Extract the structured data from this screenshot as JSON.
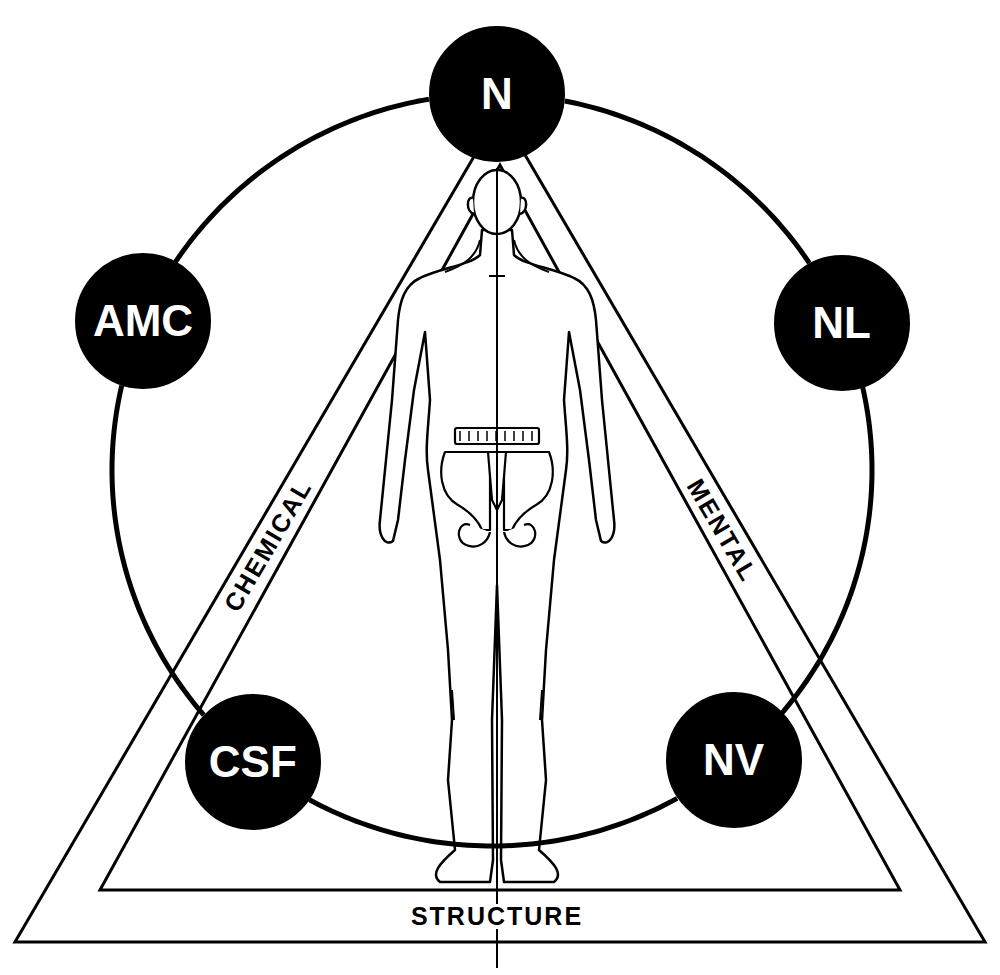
{
  "diagram": {
    "nodes": [
      {
        "text": [
          "N"
        ]
      },
      {
        "text": [
          "AMC"
        ]
      },
      {
        "text": [
          "NL"
        ]
      },
      {
        "text": [
          "CSF"
        ]
      },
      {
        "text": [
          "NV"
        ]
      }
    ],
    "edges": [
      {
        "from": 0,
        "to": 2,
        "arrow": "none"
      },
      {
        "from": 2,
        "to": 4,
        "arrow": "none"
      },
      {
        "from": 4,
        "to": 3,
        "arrow": "none"
      },
      {
        "from": 3,
        "to": 1,
        "arrow": "none"
      },
      {
        "from": 1,
        "to": 0,
        "arrow": "none"
      }
    ],
    "labels": [
      "CHEMICAL",
      "MENTAL",
      "STRUCTURE"
    ]
  }
}
